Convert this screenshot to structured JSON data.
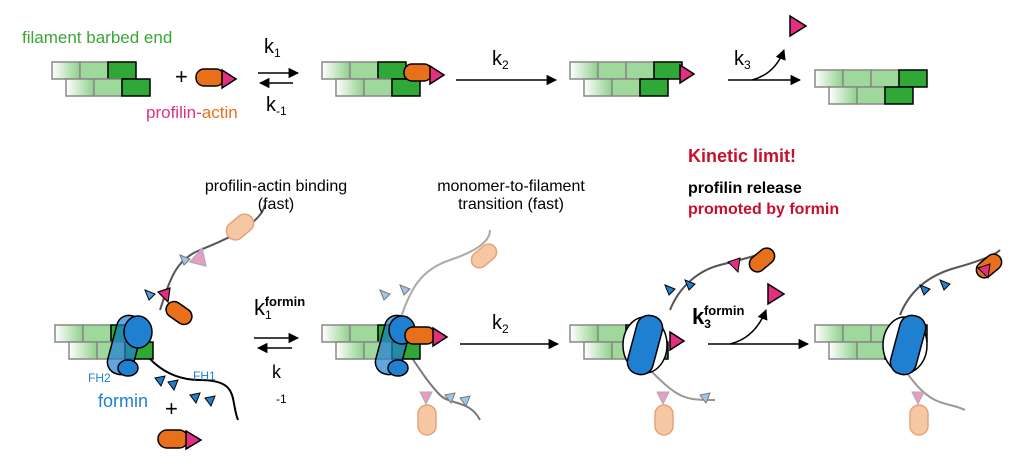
{
  "top": {
    "barbed_end": "filament barbed end",
    "profilin": "profilin",
    "dash": "-",
    "actin": "actin",
    "plus": "+",
    "k1": "k",
    "k1_sub": "1",
    "km1": "k",
    "km1_sub": "-1",
    "k2": "k",
    "k2_sub": "2",
    "k3": "k",
    "k3_sub": "3"
  },
  "captions": {
    "binding_line1": "profilin-actin binding",
    "binding_line2": "(fast)",
    "transition_line1": "monomer-to-filament",
    "transition_line2": "transition (fast)",
    "kinetic_limit": "Kinetic limit!",
    "release_line1": "profilin release",
    "release_line2": "promoted by formin"
  },
  "bottom": {
    "k1f": "k",
    "k1f_sub": "1",
    "k1f_sup": "formin",
    "km1": "k",
    "km1_sub": "-1",
    "k2": "k",
    "k2_sub": "2",
    "k3f": "k",
    "k3f_sub": "3",
    "k3f_sup": "formin",
    "fh2": "FH2",
    "fh1": "FH1",
    "formin": "formin",
    "plus": "+"
  },
  "colors": {
    "green_label": "#3aa635",
    "magenta": "#e0307f",
    "orange": "#e8701a",
    "crimson": "#c8102e",
    "blue": "#1f7fd1"
  }
}
